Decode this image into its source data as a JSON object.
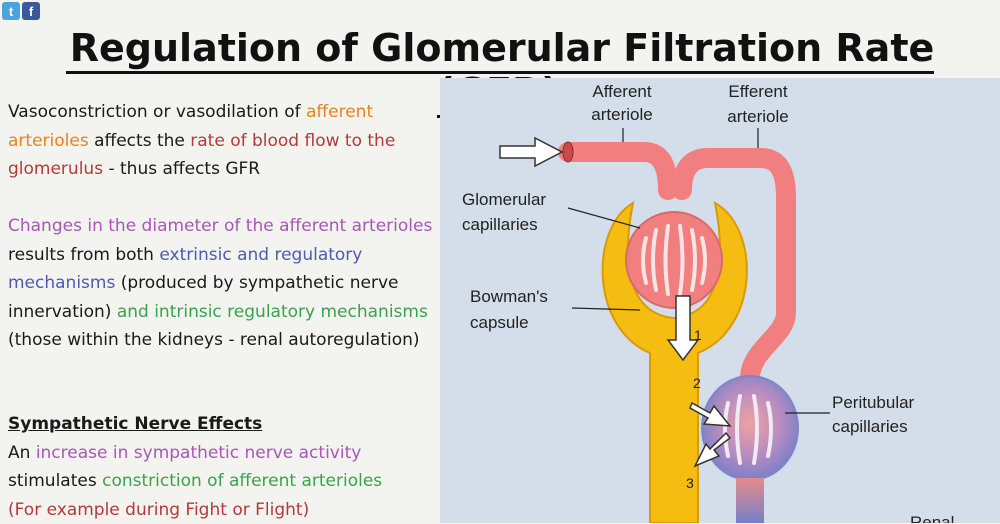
{
  "social": {
    "twitter_icon": "t",
    "facebook_icon": "f"
  },
  "title": "Regulation of Glomerular Filtration Rate (GFR)",
  "p1": {
    "s1": "Vasoconstriction or vasodilation of ",
    "s2": "afferent arterioles",
    "s3": " affects the ",
    "s4": "rate of blood flow to the glomerulus",
    "s5": " - thus affects GFR"
  },
  "p2": {
    "s1": "Changes in the diameter of the afferent arterioles",
    "s2": " results from both ",
    "s3": "extrinsic and regulatory mechanisms",
    "s4": " (produced by sympathetic nerve innervation) ",
    "s5": "and intrinsic regulatory mechanisms",
    "s6": " (those within the kidneys - renal autoregulation)"
  },
  "p3": {
    "heading": "Sympathetic Nerve Effects",
    "s1": "An ",
    "s2": "increase in sympathetic nerve activity",
    "s3": " stimulates ",
    "s4": "constriction of afferent arterioles",
    "s5": "(For example during Fight or Flight)"
  },
  "diagram": {
    "afferent_l1": "Afferent",
    "afferent_l2": "arteriole",
    "efferent_l1": "Efferent",
    "efferent_l2": "arteriole",
    "glom_l1": "Glomerular",
    "glom_l2": "capillaries",
    "bowman_l1": "Bowman's",
    "bowman_l2": "capsule",
    "peri_l1": "Peritubular",
    "peri_l2": "capillaries",
    "n1": "1",
    "n2": "2",
    "n3": "3",
    "cut": "Renal"
  },
  "colors": {
    "vessel": "#f27f7f",
    "capsule": "#f5bd12",
    "peritubular": "#7a83c9"
  }
}
